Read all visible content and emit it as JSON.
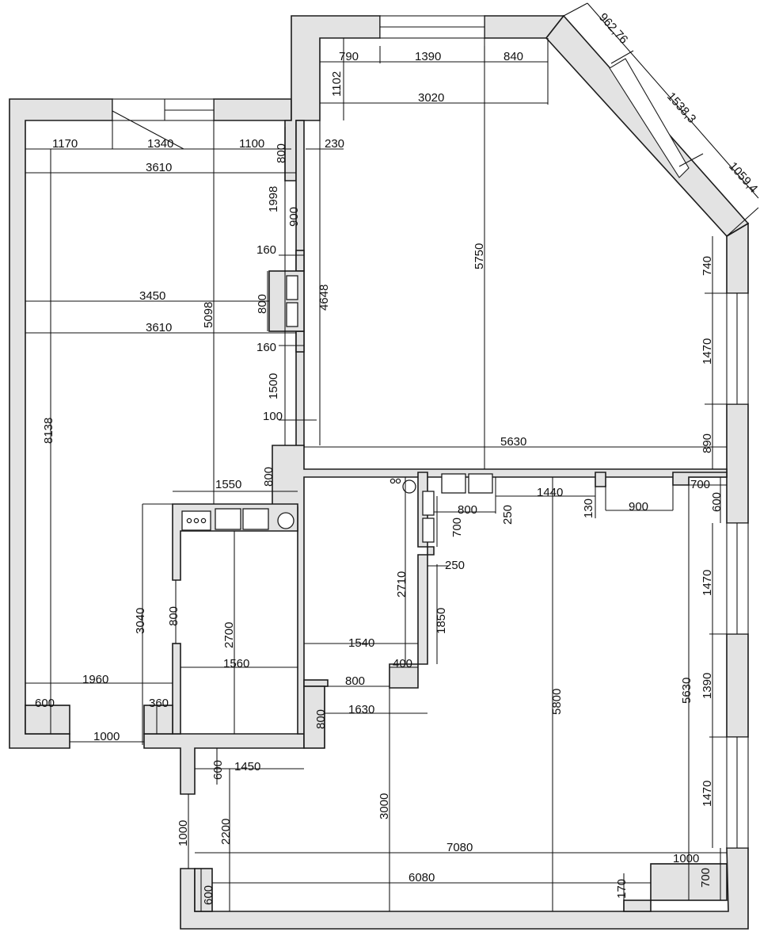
{
  "dimensions": {
    "d790": "790",
    "d1390_top": "1390",
    "d840": "840",
    "d1102": "1102",
    "d3020": "3020",
    "d962": "962,76",
    "d1538": "1538,3",
    "d1059": "1059,4",
    "d1170": "1170",
    "d1340": "1340",
    "d1100": "1100",
    "d800_a": "800",
    "d230": "230",
    "d3610_top": "3610",
    "d1998": "1998",
    "d900_v": "900",
    "d160_top": "160",
    "d3450": "3450",
    "d800_b": "800",
    "d5098": "5098",
    "d4648": "4648",
    "d5750": "5750",
    "d740": "740",
    "d3610_mid": "3610",
    "d160_bot": "160",
    "d1470_a": "1470",
    "d1500": "1500",
    "d100": "100",
    "d5630_h": "5630",
    "d890": "890",
    "d8138": "8138",
    "d1550": "1550",
    "d800_c": "800",
    "d1440": "1440",
    "d700_r": "700",
    "d800_d": "800",
    "d250_v": "250",
    "d130": "130",
    "d900_h": "900",
    "d600_r": "600",
    "d700_v": "700",
    "d250_h": "250",
    "d2710": "2710",
    "d3040": "3040",
    "d800_e": "800",
    "d2700": "2700",
    "d1470_b": "1470",
    "d1850": "1850",
    "d1540": "1540",
    "d1560": "1560",
    "d400": "400",
    "d1960": "1960",
    "d800_f": "800",
    "d5630_v": "5630",
    "d1390_r": "1390",
    "d600_l": "600",
    "d360": "360",
    "d1630": "1630",
    "d800_g": "800",
    "d5800": "5800",
    "d1000_h": "1000",
    "d600_c": "600",
    "d1450": "1450",
    "d1470_c": "1470",
    "d3000": "3000",
    "d1000_v": "1000",
    "d2200": "2200",
    "d7080": "7080",
    "d1000_r": "1000",
    "d6080": "6080",
    "d700_br": "700",
    "d600_bl": "600",
    "d170": "170"
  }
}
